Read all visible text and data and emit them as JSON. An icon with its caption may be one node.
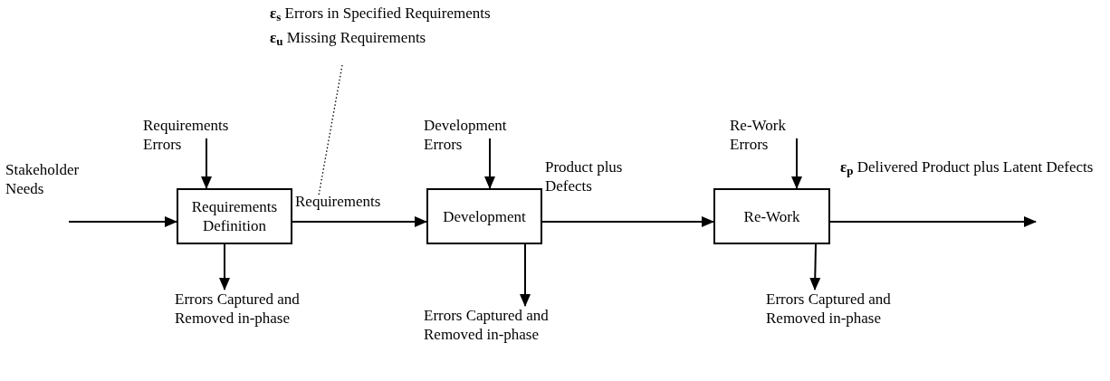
{
  "diagram": {
    "nodes": [
      {
        "text": [
          "Stakeholder Needs"
        ]
      },
      {
        "text": [
          "Requirements Errors"
        ]
      },
      {
        "text": [
          "Requirements Definition"
        ]
      },
      {
        "text": [
          "Errors Captured and Removed in-phase"
        ]
      },
      {
        "text": [
          "**ε**$_{s}$ Errors in Specified Requirements",
          "**ε**$_{u}$ Missing Requirements"
        ]
      },
      {
        "text": [
          "Development Errors"
        ]
      },
      {
        "text": [
          "Development"
        ]
      },
      {
        "text": [
          "Errors Captured and Removed in-phase"
        ]
      },
      {
        "text": [
          "Re-Work Errors"
        ]
      },
      {
        "text": [
          "Re-Work"
        ]
      },
      {
        "text": [
          "Errors Captured and Removed in-phase"
        ]
      }
    ],
    "edges": [
      {
        "from": 0,
        "to": 2,
        "arrow": "to"
      },
      {
        "from": 1,
        "to": 2,
        "arrow": "to"
      },
      {
        "from": 2,
        "to": 3,
        "arrow": "to"
      },
      {
        "from": 2,
        "to": 6,
        "arrow": "to",
        "label": "Requirements"
      },
      {
        "from": 4,
        "to": null,
        "arrow": "none",
        "style": "dashed"
      },
      {
        "from": 5,
        "to": 6,
        "arrow": "to"
      },
      {
        "from": 6,
        "to": 7,
        "arrow": "to"
      },
      {
        "from": 6,
        "to": 9,
        "arrow": "to",
        "label": "Product plus Defects"
      },
      {
        "from": 8,
        "to": 9,
        "arrow": "to"
      },
      {
        "from": 9,
        "to": 10,
        "arrow": "to"
      },
      {
        "from": 9,
        "to": null,
        "arrow": "to",
        "label": "**ε**$_{p}$ Delivered Product plus Latent Defects"
      }
    ]
  }
}
